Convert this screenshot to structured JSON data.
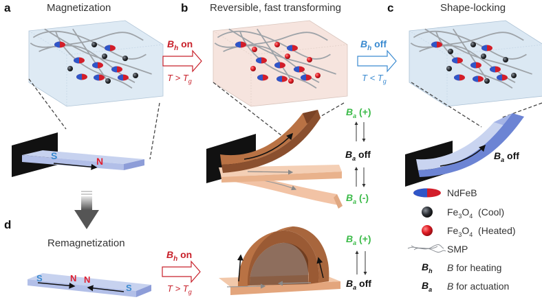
{
  "panels": {
    "a": {
      "letter": "a",
      "title": "Magnetization",
      "poles": [
        "S",
        "N"
      ]
    },
    "b": {
      "letter": "b",
      "title": "Reversible, fast transforming"
    },
    "c": {
      "letter": "c",
      "title": "Shape-locking",
      "state": "off"
    },
    "d": {
      "letter": "d",
      "title": "Remagnetization",
      "poles": [
        "S",
        "N",
        "N",
        "S"
      ]
    }
  },
  "transitions": {
    "ab": {
      "field": "B",
      "sub": "h",
      "action": "on",
      "temp_left": "T",
      "relation": ">",
      "temp_right": "T",
      "temp_sub": "g",
      "color": "#c8202a"
    },
    "bc": {
      "field": "B",
      "sub": "h",
      "action": "off",
      "temp_left": "T",
      "relation": "<",
      "temp_right": "T",
      "temp_sub": "g",
      "color": "#3a8ad0"
    },
    "d": {
      "field": "B",
      "sub": "h",
      "action": "on",
      "temp_left": "T",
      "relation": ">",
      "temp_right": "T",
      "temp_sub": "g",
      "color": "#c8202a"
    }
  },
  "actuation_states": {
    "b": {
      "plus": "(+)",
      "off": "off",
      "minus": "(-)",
      "field": "B",
      "sub": "a"
    },
    "d": {
      "plus": "(+)",
      "off": "off",
      "field": "B",
      "sub": "a"
    }
  },
  "legend": [
    {
      "icon": "ndfeb-particle-icon",
      "label": "NdFeB"
    },
    {
      "icon": "fe3o4-cool-particle-icon",
      "label_main": "Fe",
      "sub1": "3",
      "mid": "O",
      "sub2": "4",
      "note": "(Cool)"
    },
    {
      "icon": "fe3o4-heated-particle-icon",
      "label_main": "Fe",
      "sub1": "3",
      "mid": "O",
      "sub2": "4",
      "note": "(Heated)"
    },
    {
      "icon": "smp-fiber-icon",
      "label": "SMP"
    },
    {
      "symbol": "B",
      "sub": "h",
      "label_italic": "B",
      "label": " for heating"
    },
    {
      "symbol": "B",
      "sub": "a",
      "label_italic": "B",
      "label": " for actuation"
    }
  ],
  "colors": {
    "heat_red": "#c8202a",
    "cool_blue": "#3a8ad0",
    "actuation_green": "#3dbb4a",
    "magnet_blue": "#2f56c8",
    "magnet_red": "#d21e2a",
    "box_cool": "#dbe8f3",
    "box_hot": "#f6e4de",
    "beam_blue": "#b9c6ea",
    "beam_copper": "#c27a4c"
  }
}
